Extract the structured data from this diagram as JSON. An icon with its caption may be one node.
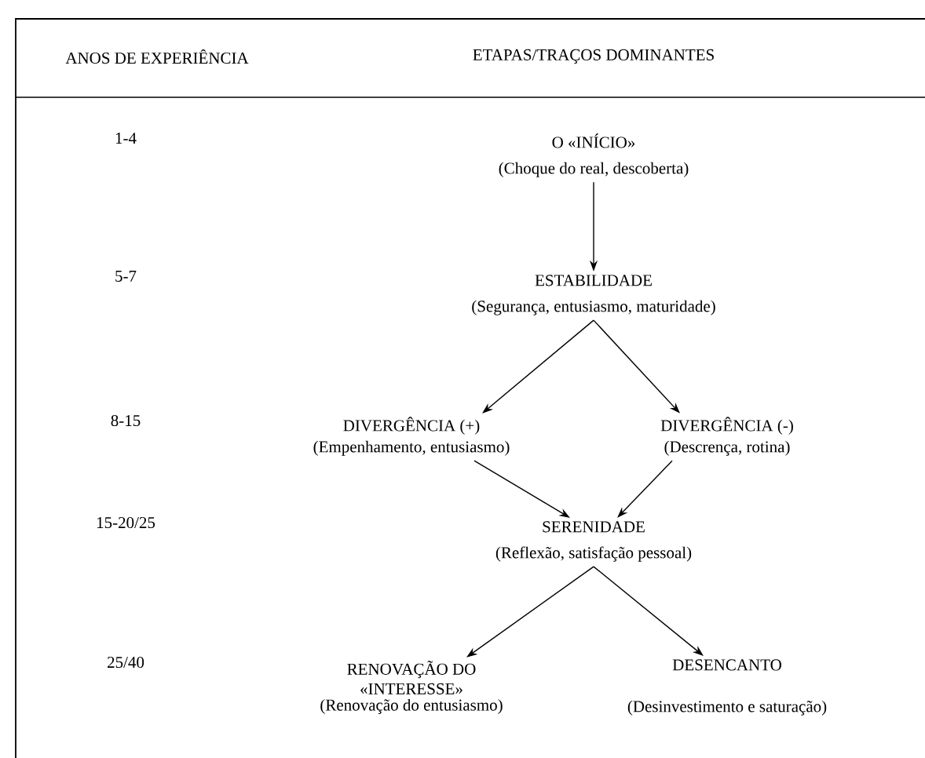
{
  "diagram": {
    "nodes": [
      {
        "text": [
          "O «INÍCIO»",
          "(Choque do real, descoberta)"
        ]
      },
      {
        "text": [
          "ESTABILIDADE",
          "(Segurança, entusiasmo, maturidade)"
        ]
      },
      {
        "text": [
          "DIVERGÊNCIA (+)",
          "(Empenhamento, entusiasmo)"
        ]
      },
      {
        "text": [
          "DIVERGÊNCIA (-)",
          "(Descrença, rotina)"
        ]
      },
      {
        "text": [
          "SERENIDADE",
          "(Reflexão, satisfação pessoal)"
        ]
      },
      {
        "text": [
          "RENOVAÇÃO DO «INTERESSE»",
          "(Renovação do entusiasmo)"
        ]
      },
      {
        "text": [
          "DESENCANTO",
          "(Desinvestimento e saturação)"
        ]
      }
    ],
    "edges": [
      {
        "from": 0,
        "to": 1,
        "arrow": "to"
      },
      {
        "from": 1,
        "to": 2,
        "arrow": "to"
      },
      {
        "from": 1,
        "to": 3,
        "arrow": "to"
      },
      {
        "from": 2,
        "to": 4,
        "arrow": "to"
      },
      {
        "from": 3,
        "to": 4,
        "arrow": "to"
      },
      {
        "from": 4,
        "to": 5,
        "arrow": "to"
      },
      {
        "from": 4,
        "to": 6,
        "arrow": "to"
      }
    ],
    "labels": [
      "ANOS DE EXPERIÊNCIA",
      "ETAPAS/TRAÇOS DOMINANTES",
      "1-4",
      "5-7",
      "8-15",
      "15-20/25",
      "25/40"
    ]
  }
}
